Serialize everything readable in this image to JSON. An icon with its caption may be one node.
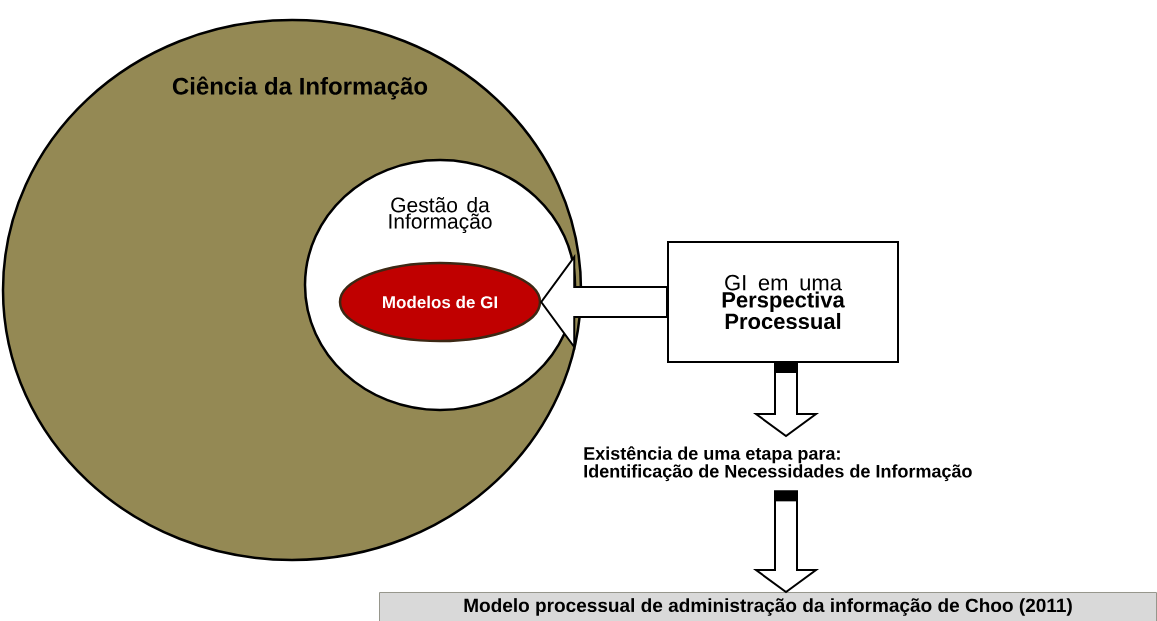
{
  "diagram": {
    "nodes": [
      {
        "text": [
          "Ciência da Informação"
        ]
      },
      {
        "text": [
          "Gestão da Informação"
        ],
        "in": 0
      },
      {
        "text": [
          "Modelos de GI"
        ],
        "in": 1
      },
      {
        "text": [
          "GI em uma **Perspectiva Processual**"
        ]
      },
      {
        "text": [
          "Existência de uma etapa para:",
          "Identificação de Necessidades de Informação"
        ]
      },
      {
        "text": [
          "Modelo processual de administração da informação de Choo (2011)"
        ]
      }
    ],
    "edges": [
      {
        "from": 3,
        "to": 2,
        "arrow": "to"
      },
      {
        "from": 3,
        "to": 4,
        "arrow": "to"
      },
      {
        "from": 4,
        "to": 5,
        "arrow": "to"
      }
    ]
  }
}
